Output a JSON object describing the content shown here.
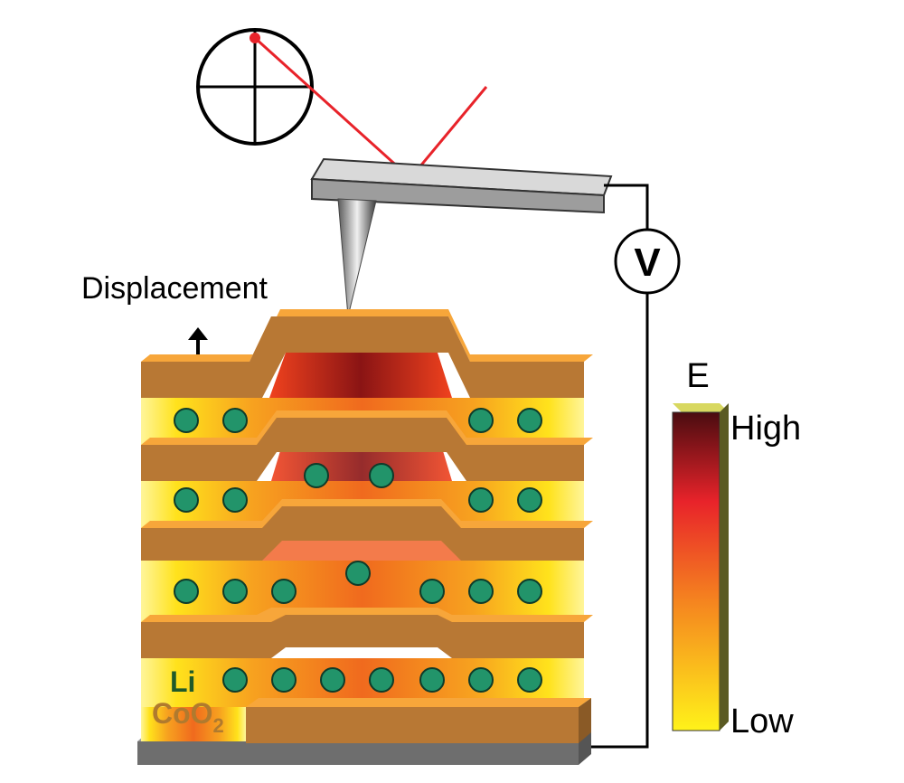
{
  "labels": {
    "displacement": "Displacement",
    "voltmeter": "V",
    "energy_axis": "E",
    "high": "High",
    "low": "Low",
    "li": "Li",
    "coo2_base": "CoO",
    "coo2_sub": "2"
  },
  "colors": {
    "layer_face": "#f28c1e",
    "layer_side": "#b87834",
    "ion": "#22946a",
    "laser": "#e8232a",
    "substrate": "#7a7a7a",
    "high_energy": "#5a0f0f",
    "mid_energy": "#e8232a",
    "low_energy": "#ffe81a"
  }
}
